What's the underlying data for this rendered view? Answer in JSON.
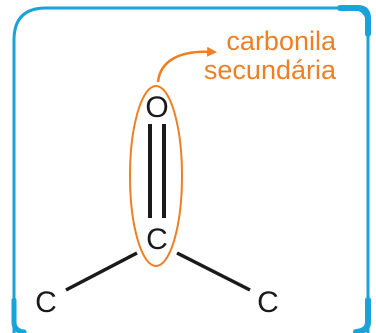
{
  "diagram": {
    "atoms": {
      "oxygen": "O",
      "carbonyl_carbon": "C",
      "left_carbon": "C",
      "right_carbon": "C"
    },
    "callout": {
      "line1": "carbonila",
      "line2": "secundária"
    },
    "colors": {
      "frame": "#1aa3d9",
      "highlight": "#ef7f24",
      "bond": "#1a1a1a",
      "text": "#1a1a1a"
    }
  }
}
